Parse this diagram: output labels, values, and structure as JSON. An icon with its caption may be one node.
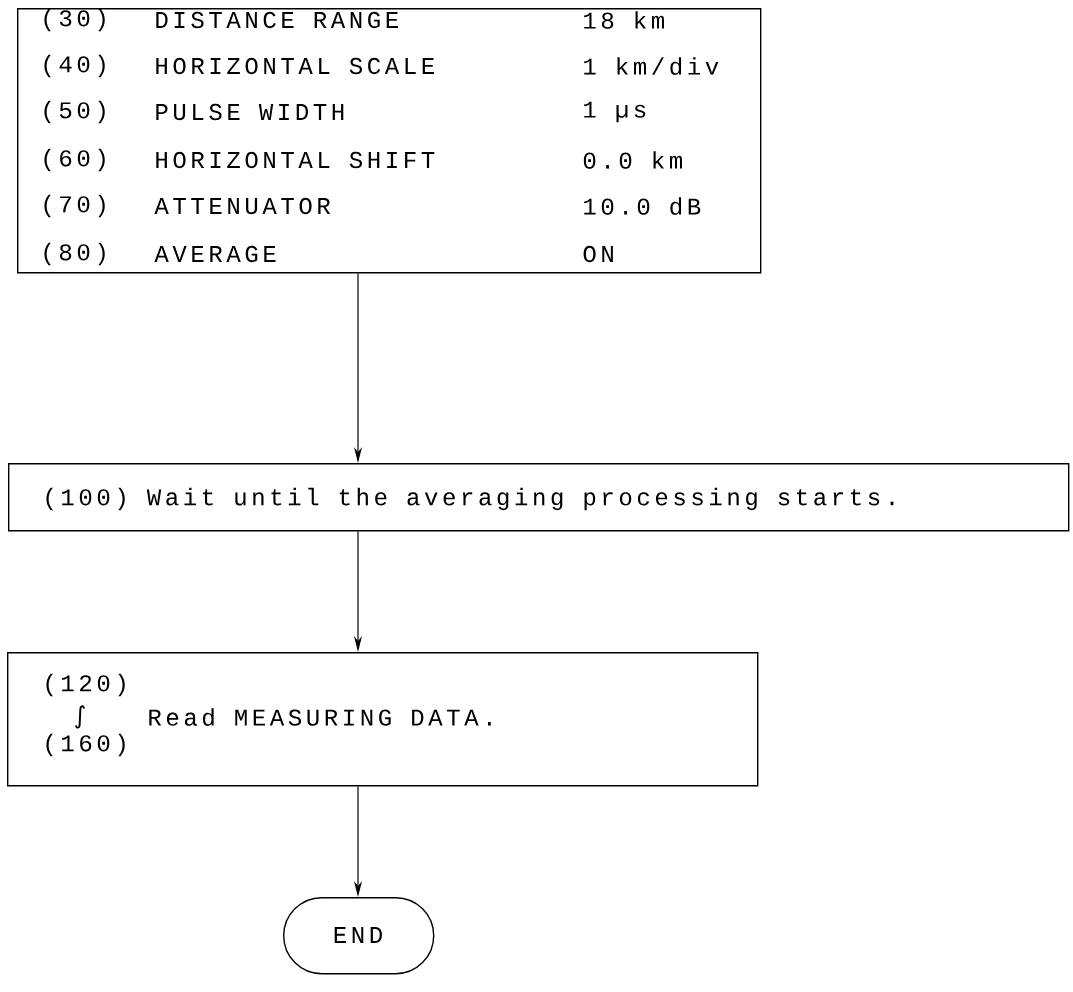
{
  "diagram": {
    "nodes": [
      {
        "text": [
          "(30)",
          "DISTANCE RANGE",
          "18 km",
          "(40)",
          "HORIZONTAL SCALE",
          "1 km/div",
          "(50)",
          "PULSE WIDTH",
          "1 µs",
          "(60)",
          "HORIZONTAL SHIFT",
          "0.0 km",
          "(70)",
          "ATTENUATOR",
          "10.0 dB",
          "(80)",
          "AVERAGE",
          "ON"
        ]
      },
      {
        "text": [
          "(100) Wait until the averaging processing starts."
        ]
      },
      {
        "text": [
          "(120)",
          "∫",
          "(160)",
          "Read MEASURING DATA."
        ]
      },
      {
        "text": [
          "END"
        ]
      }
    ],
    "edges": [
      {
        "from": 0,
        "to": 1,
        "arrow": "to"
      },
      {
        "from": 1,
        "to": 2,
        "arrow": "to"
      },
      {
        "from": 2,
        "to": 3,
        "arrow": "to"
      }
    ]
  }
}
